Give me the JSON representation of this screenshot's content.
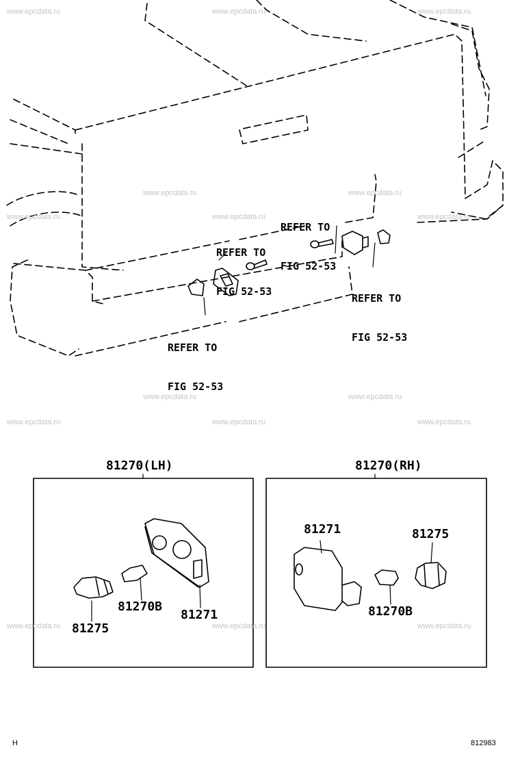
{
  "watermark": "www.epcdata.ru",
  "refer_line1": "REFER TO",
  "refer_line2": "FIG 52-53",
  "assemblies": {
    "lh": {
      "title": "81270(LH)",
      "housing": "81271",
      "bulb": "81270B",
      "socket": "81275"
    },
    "rh": {
      "title": "81270(RH)",
      "housing": "81271",
      "bulb": "81270B",
      "socket": "81275"
    }
  },
  "footer": {
    "left": "H",
    "right": "812983"
  }
}
